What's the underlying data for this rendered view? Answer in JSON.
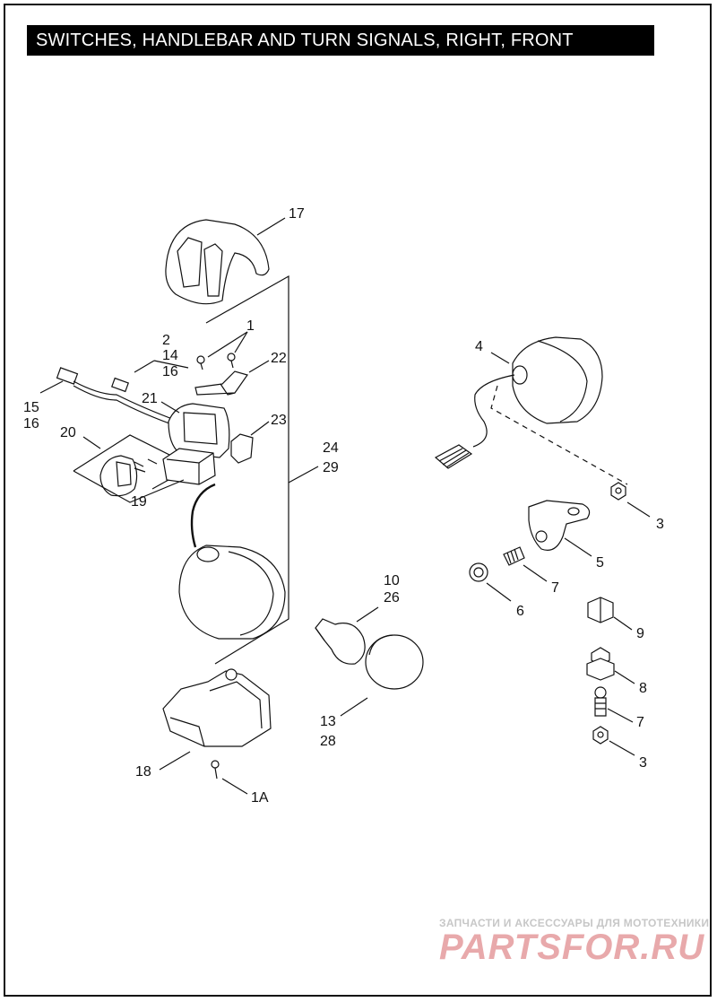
{
  "title": "SWITCHES, HANDLEBAR AND TURN SIGNALS, RIGHT, FRONT",
  "callouts": {
    "c17": "17",
    "c1": "1",
    "c2": "2",
    "c14": "14",
    "c16a": "16",
    "c22": "22",
    "c15": "15",
    "c16b": "16",
    "c21": "21",
    "c23": "23",
    "c20": "20",
    "c24": "24",
    "c29": "29",
    "c19": "19",
    "c4": "4",
    "c3a": "3",
    "c5": "5",
    "c7a": "7",
    "c6": "6",
    "c10": "10",
    "c26": "26",
    "c9": "9",
    "c8": "8",
    "c7b": "7",
    "c3b": "3",
    "c13": "13",
    "c28": "28",
    "c18": "18",
    "c1A": "1A"
  },
  "watermark": {
    "tagline": "ЗАПЧАСТИ И АКСЕССУАРЫ ДЛЯ МОТОТЕХНИКИ",
    "logo": "PARTSFOR.RU"
  }
}
